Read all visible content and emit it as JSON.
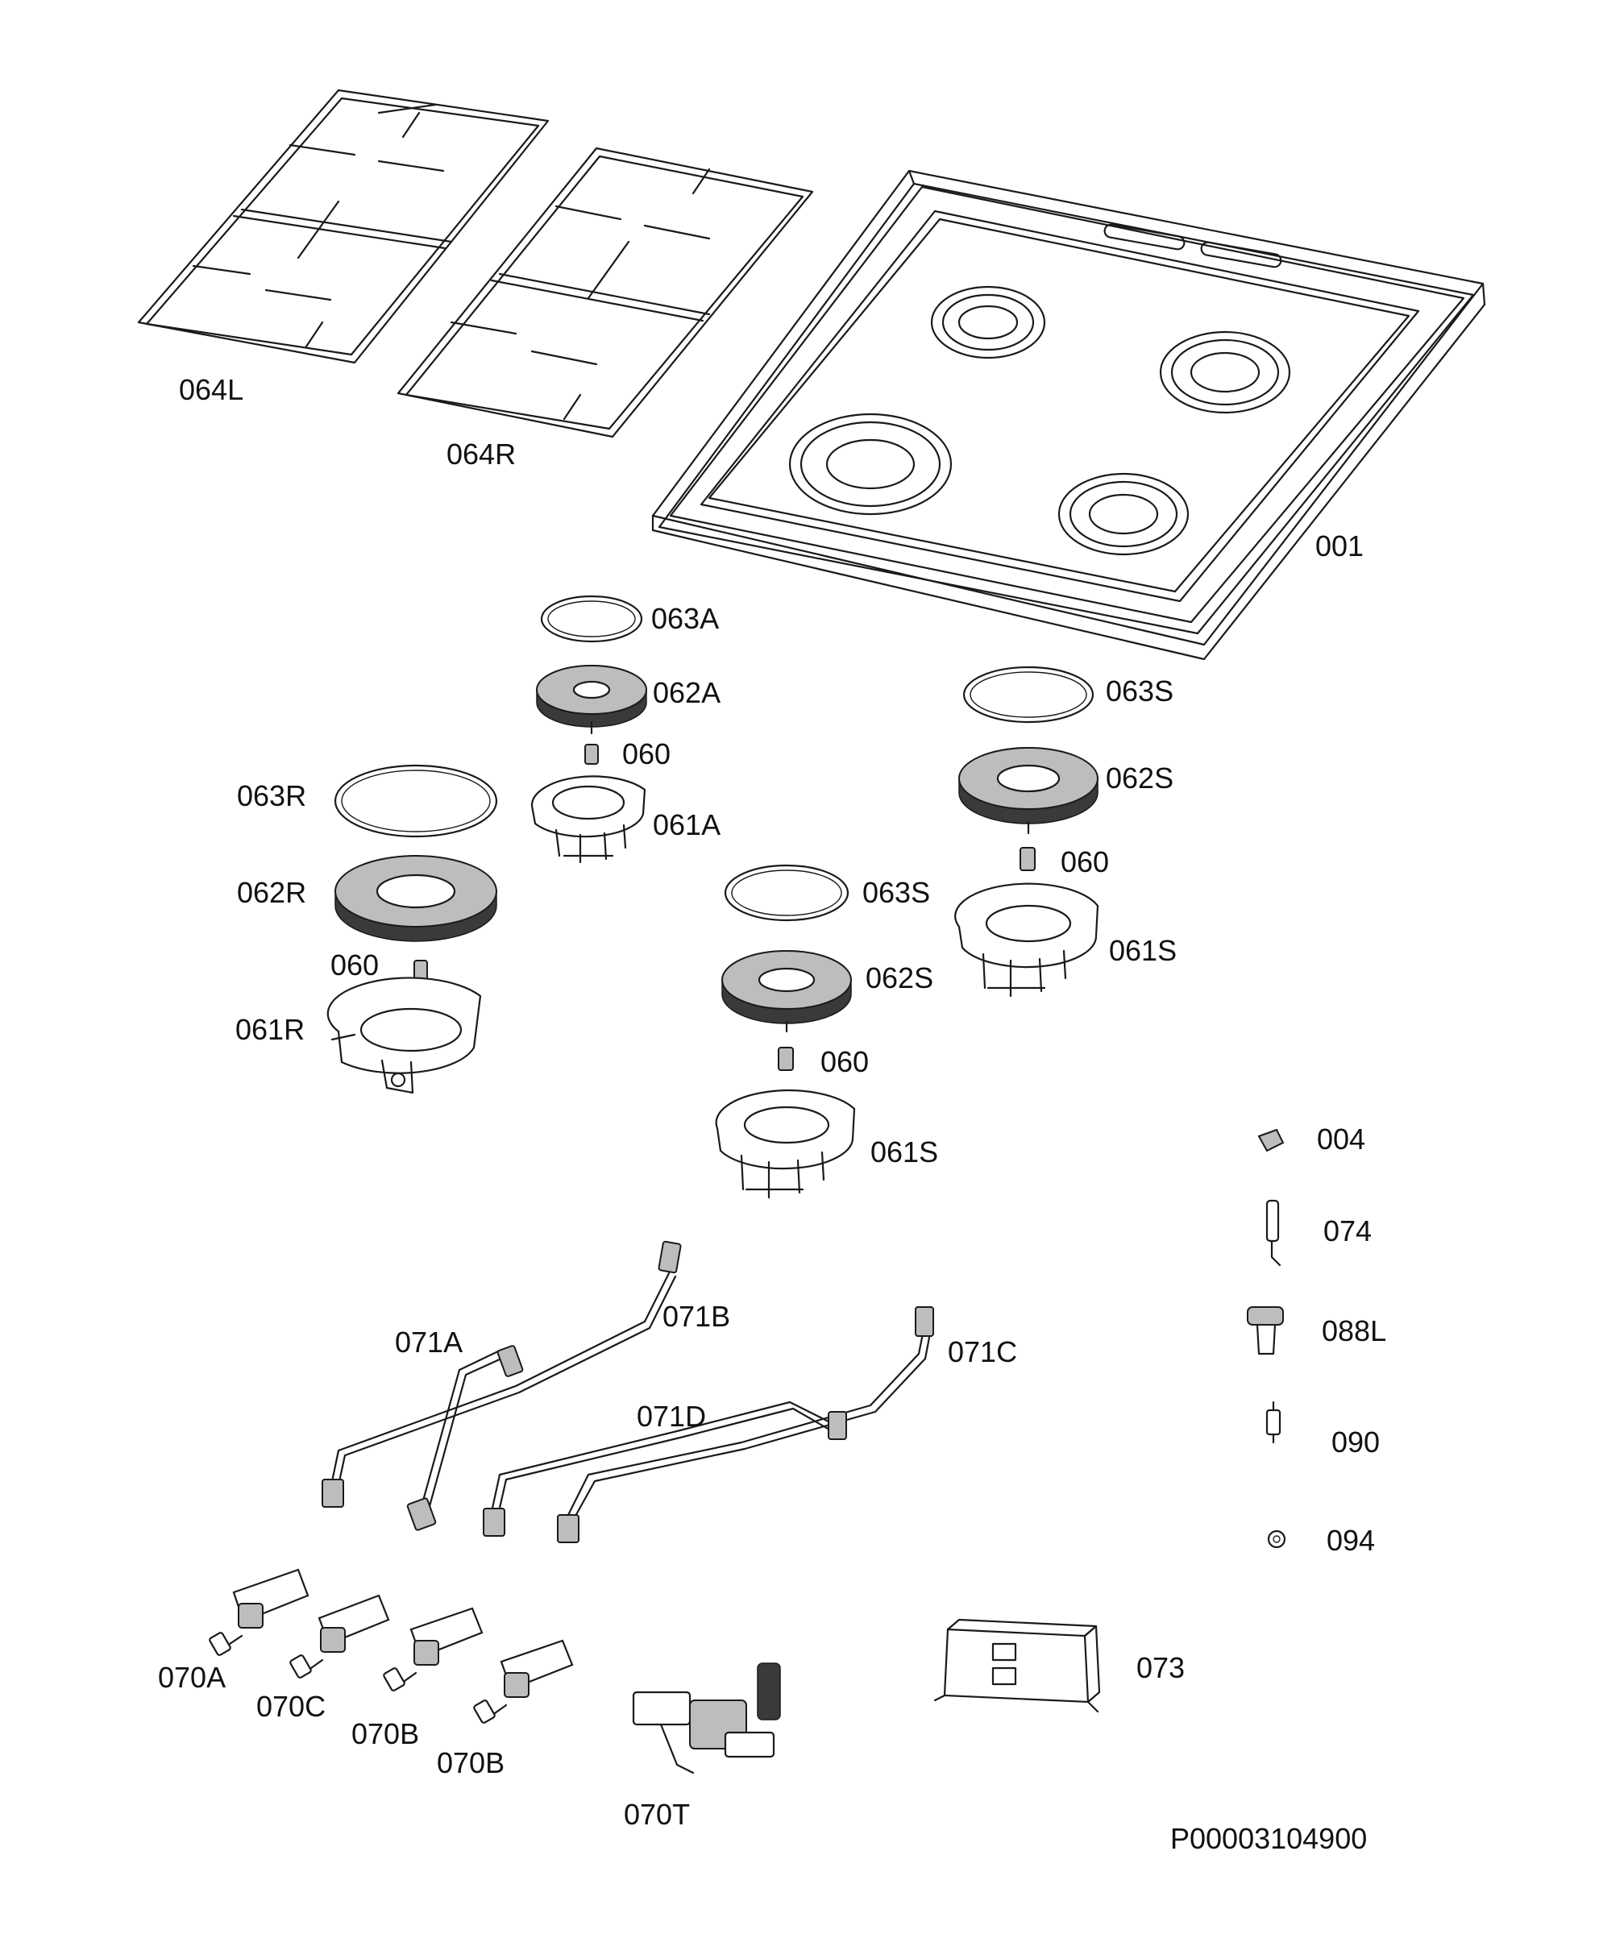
{
  "diagram": {
    "document_id": "P00003104900",
    "labels": {
      "grid_left": "064L",
      "grid_right": "064R",
      "hob_top": "001",
      "cap_a": "063A",
      "crown_a": "062A",
      "injector_a": "060",
      "base_a": "061A",
      "cap_s1": "063S",
      "crown_s1": "062S",
      "injector_s1": "060",
      "base_s1": "061S",
      "cap_r": "063R",
      "crown_r": "062R",
      "injector_r": "060",
      "base_r": "061R",
      "cap_s2": "063S",
      "crown_s2": "062S",
      "injector_s2": "060",
      "base_s2": "061S",
      "clip": "004",
      "electrode": "074",
      "knob": "088L",
      "thermocouple": "090",
      "washer": "094",
      "pipe_a": "071A",
      "pipe_b": "071B",
      "pipe_c": "071C",
      "pipe_d": "071D",
      "tap_a": "070A",
      "tap_c": "070C",
      "tap_b1": "070B",
      "tap_b2": "070B",
      "tap_t": "070T",
      "ignition_unit": "073"
    }
  }
}
